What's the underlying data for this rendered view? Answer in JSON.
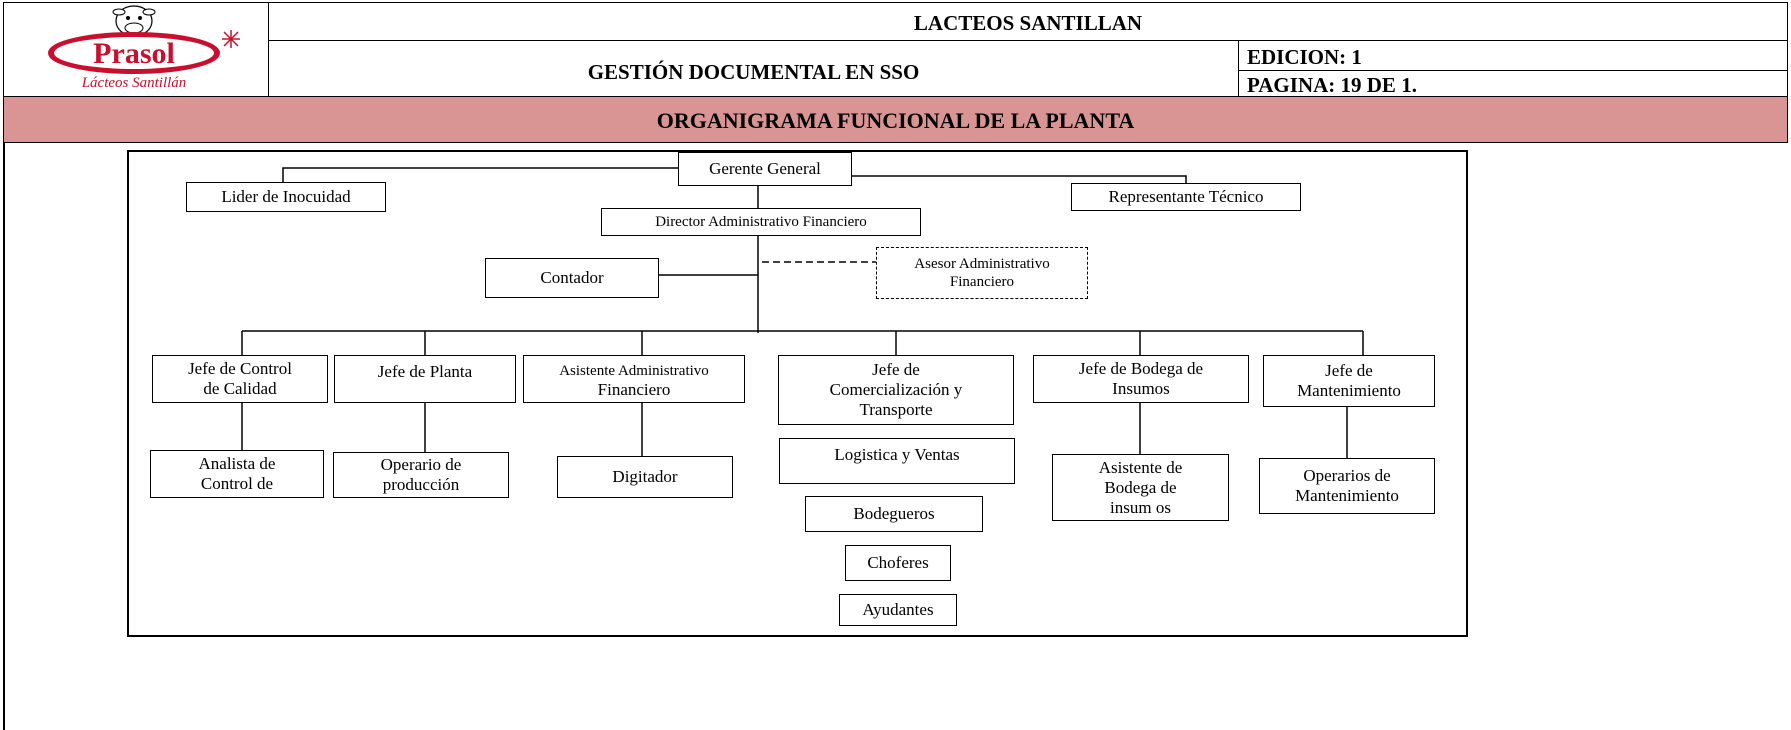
{
  "header": {
    "company": "LACTEOS SANTILLAN",
    "document_title": "GESTIÓN DOCUMENTAL EN SSO",
    "edicion": "EDICION: 1",
    "pagina": "PAGINA: 19 DE 1.",
    "logo_brand": "Prasol",
    "logo_subtitle": "Lácteos Santillán",
    "colors": {
      "logo_red": "#c8102e",
      "banner": "#d99594"
    }
  },
  "banner": {
    "title": "ORGANIGRAMA FUNCIONAL DE LA PLANTA"
  },
  "org": {
    "gerente_general": "Gerente General",
    "lider_inocuidad": "Lider de Inocuidad",
    "representante_tecnico": "Representante Técnico",
    "director_admin": "Director Administrativo Financiero",
    "contador": "Contador",
    "asesor_admin": [
      "Asesor Administrativo",
      "Financiero"
    ],
    "jefe_control_calidad": [
      "Jefe de Control",
      "de Calidad"
    ],
    "jefe_planta": "Jefe de Planta",
    "asistente_admin": [
      "Asistente Administrativo",
      "Financiero"
    ],
    "jefe_comercializacion": [
      "Jefe de",
      "Comercialización y",
      "Transporte"
    ],
    "jefe_bodega": [
      "Jefe de Bodega de",
      "Insumos"
    ],
    "jefe_mantenimiento": [
      "Jefe de",
      "Mantenimiento"
    ],
    "analista": [
      "Analista de",
      "Control de"
    ],
    "operario_produccion": [
      "Operario de",
      "producción"
    ],
    "digitador": "Digitador",
    "logistica": "Logistica y Ventas",
    "bodegueros": "Bodegueros",
    "choferes": "Choferes",
    "ayudantes": "Ayudantes",
    "asistente_bodega": [
      "Asistente de",
      "Bodega de",
      "insum os"
    ],
    "operarios_mantenimiento": [
      "Operarios de",
      "Mantenimiento"
    ]
  }
}
